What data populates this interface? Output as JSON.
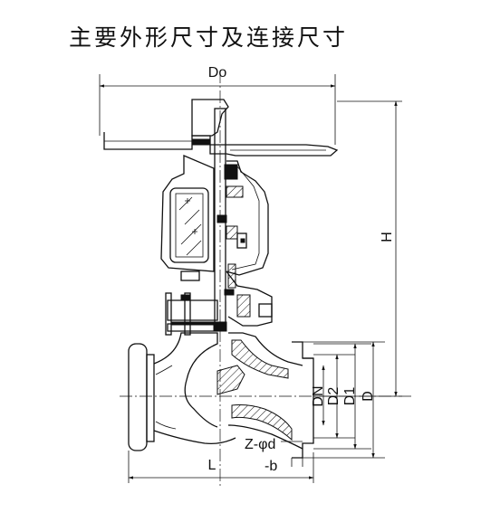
{
  "title": "主要外形尺寸及连接尺寸",
  "dimensions": {
    "Do": "Do",
    "H": "H",
    "L": "L",
    "DN": "DN",
    "D2": "D2",
    "D1": "D1",
    "D": "D",
    "bolt_holes": "Z-φd",
    "flange_thickness": "-b"
  }
}
